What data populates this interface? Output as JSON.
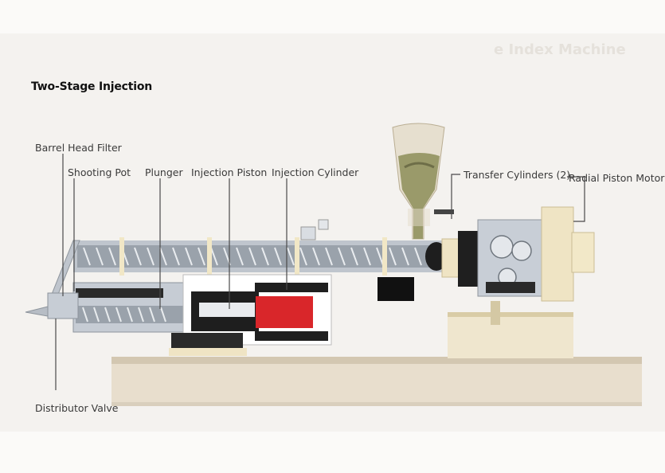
{
  "title": "Two-Stage Injection",
  "background_heading": "e Index Machine",
  "labels": {
    "barrel_head_filter": "Barrel Head Filter",
    "shooting_pot": "Shooting Pot",
    "plunger": "Plunger",
    "injection_piston": "Injection Piston",
    "injection_cylinder": "Injection Cylinder",
    "transfer_cylinders": "Transfer Cylinders (2)",
    "radial_piston_motor": "Radial Piston Motor",
    "distributor_valve": "Distributor Valve"
  },
  "colors": {
    "page": "#fbfaf8",
    "base": "#e6dccb",
    "metal": "#c9ced6",
    "dark": "#1e1e1e",
    "tan": "#efe4c4",
    "red": "#d9262a",
    "pellets": "#9a9a6a"
  }
}
